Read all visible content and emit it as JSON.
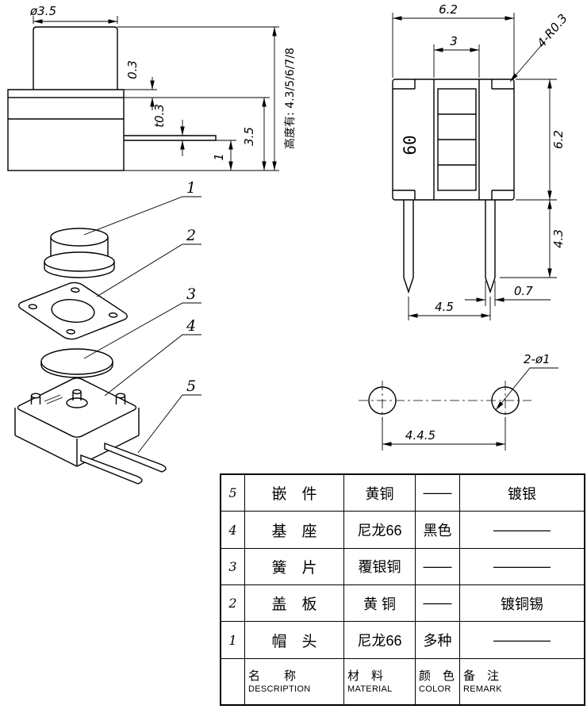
{
  "side_view": {
    "dim_cap_diameter": "ø3.5",
    "dim_plate_thickness": "0.3",
    "dim_terminal_thickness": "t0.3",
    "dim_body_height": "3.5",
    "dim_terminal_offset": "1",
    "height_options_note": "高度有: 4.3/5/6/7/8"
  },
  "front_view": {
    "dim_overall_width": "6.2",
    "dim_stem_width": "3",
    "dim_corner_radius": "4-R0.3",
    "dim_overall_height": "6.2",
    "dim_pin_length": "4.3",
    "dim_pin_width": "0.7",
    "dim_pin_spacing": "4.5",
    "body_marking": "60"
  },
  "exploded_view": {
    "part_numbers": [
      "1",
      "2",
      "3",
      "4",
      "5"
    ]
  },
  "bottom_view": {
    "dim_hole_callout": "2-ø1",
    "dim_hole_spacing": "4.4.5"
  },
  "parts_table": {
    "headers": {
      "name_cn": "名　　称",
      "name_en": "DESCRIPTION",
      "material_cn": "材　料",
      "material_en": "MATERIAL",
      "color_cn": "颜　色",
      "color_en": "COLOR",
      "remark_cn": "备　注",
      "remark_en": "REMARK"
    },
    "rows": [
      {
        "no": "5",
        "name": "嵌　件",
        "material": "黄铜",
        "color": "——",
        "remark": "镀银"
      },
      {
        "no": "4",
        "name": "基　座",
        "material": "尼龙66",
        "color": "黑色",
        "remark": "————"
      },
      {
        "no": "3",
        "name": "簧　片",
        "material": "覆银铜",
        "color": "——",
        "remark": "————"
      },
      {
        "no": "2",
        "name": "盖　板",
        "material": "黄 铜",
        "color": "——",
        "remark": "镀铜锡"
      },
      {
        "no": "1",
        "name": "帽　头",
        "material": "尼龙66",
        "color": "多种",
        "remark": "————"
      }
    ]
  }
}
